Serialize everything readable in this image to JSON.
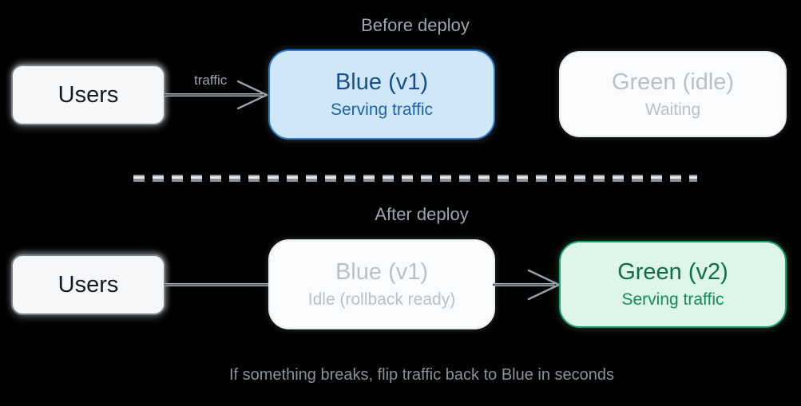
{
  "canvas": {
    "background": "#000000"
  },
  "colors": {
    "canvas_bg": "#000000",
    "blue_fill": "#d0e7fa",
    "blue_border": "#2b7ed2",
    "blue_title": "#14508d",
    "blue_subtitle": "#1b63ab",
    "green_fill": "#def5ea",
    "green_border": "#17a46d",
    "green_title": "#0a6f4b",
    "green_subtitle": "#158a5f",
    "idle_fill": "#fafbfd",
    "idle_border": "#e9ecef",
    "idle_text": "#b9c0c8",
    "users_fill": "#f6f7f9",
    "users_border": "#7a8088",
    "users_text": "#16191d",
    "arrow": "#9aa0a8",
    "muted_text": "#9fa5ad",
    "caption_text": "#8b9199"
  },
  "before": {
    "title": "Before deploy",
    "users_label": "Users",
    "traffic_label": "traffic",
    "blue": {
      "title": "Blue (v1)",
      "subtitle": "Serving traffic"
    },
    "green": {
      "title": "Green (idle)",
      "subtitle": "Waiting"
    }
  },
  "after": {
    "title": "After deploy",
    "users_label": "Users",
    "blue": {
      "title": "Blue (v1)",
      "subtitle": "Idle (rollback ready)"
    },
    "green": {
      "title": "Green (v2)",
      "subtitle": "Serving traffic"
    }
  },
  "caption": "If something breaks, flip traffic back to Blue in seconds"
}
